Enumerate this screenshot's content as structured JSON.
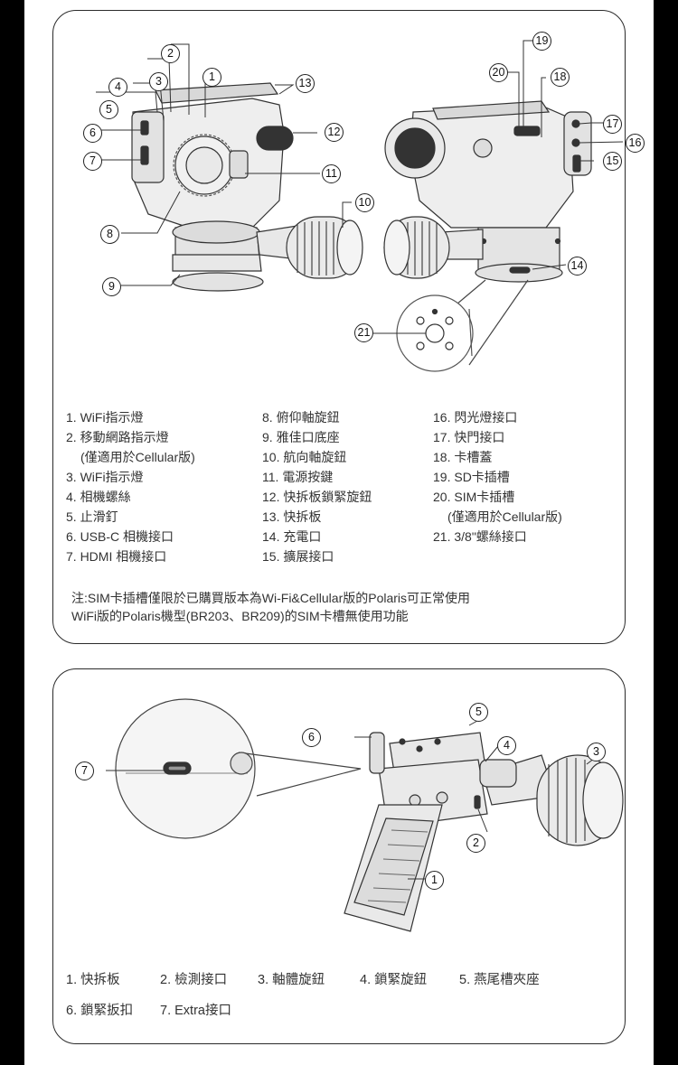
{
  "top_panel": {
    "callouts": [
      "1",
      "2",
      "3",
      "4",
      "5",
      "6",
      "7",
      "8",
      "9",
      "10",
      "11",
      "12",
      "13",
      "14",
      "15",
      "16",
      "17",
      "18",
      "19",
      "20",
      "21"
    ],
    "legend_col1": [
      "1. WiFi指示燈",
      "2. 移動網路指示燈",
      "(僅適用於Cellular版)",
      "3. WiFi指示燈",
      "4. 相機螺絲",
      "5. 止滑釘",
      "6. USB-C 相機接口",
      "7. HDMI 相機接口"
    ],
    "legend_col2": [
      "8. 俯仰軸旋鈕",
      "9. 雅佳口底座",
      "10. 航向軸旋鈕",
      "11. 電源按鍵",
      "12. 快拆板鎖緊旋鈕",
      "13. 快拆板",
      "14. 充電口",
      "15. 擴展接口"
    ],
    "legend_col3": [
      "16. 閃光燈接口",
      "17. 快門接口",
      "18. 卡槽蓋",
      "19. SD卡插槽",
      "20. SIM卡插槽",
      "(僅適用於Cellular版)",
      "21. 3/8\"螺絲接口"
    ],
    "note_line1": "注:SIM卡插槽僅限於已購買版本為Wi-Fi&Cellular版的Polaris可正常使用",
    "note_line2": "WiFi版的Polaris機型(BR203、BR209)的SIM卡槽無使用功能"
  },
  "bottom_panel": {
    "callouts": [
      "1",
      "2",
      "3",
      "4",
      "5",
      "6",
      "7"
    ],
    "legend_row1": [
      "1. 快拆板",
      "2. 檢測接口",
      "3. 軸體旋鈕",
      "4. 鎖緊旋鈕",
      "5. 燕尾槽夾座"
    ],
    "legend_row2": [
      "6. 鎖緊扳扣",
      "7. Extra接口"
    ]
  }
}
